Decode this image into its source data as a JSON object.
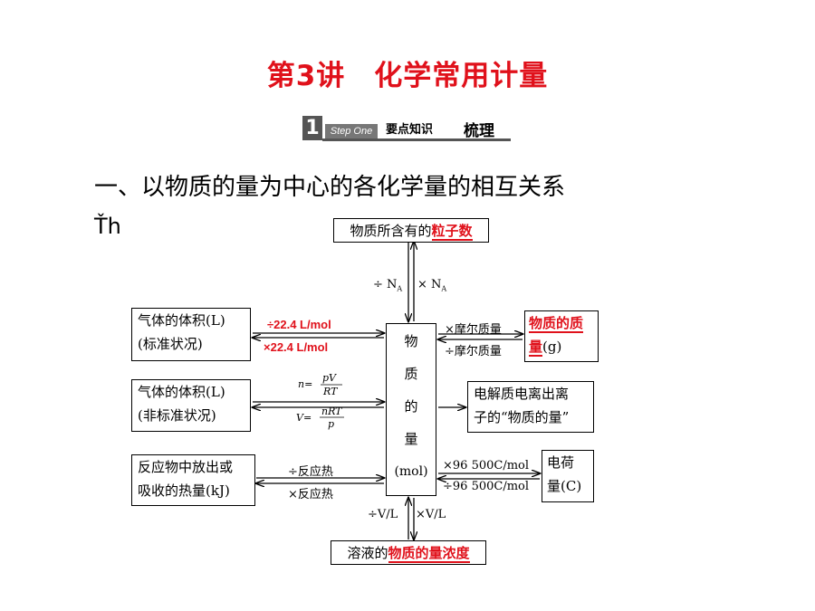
{
  "title": "第3讲　化学常用计量",
  "step": {
    "number": "1",
    "english": "Step One",
    "label_a": "要点知识",
    "label_b": "梳理"
  },
  "heading": "一、以物质的量为中心的各化学量的相互关系",
  "stray_glyph": "Ťh",
  "diagram": {
    "top_box": {
      "prefix": "物质所含有的",
      "highlight": "粒子数"
    },
    "top_div": "÷ N",
    "top_mul": "× N",
    "sub_A": "A",
    "center": {
      "c1": "物",
      "c2": "质",
      "c3": "的",
      "c4": "量",
      "c5": "(mol)"
    },
    "gas_std": {
      "line1": "气体的体积(L)",
      "line2": "(标准状况)",
      "div": "÷22.4 L/mol",
      "mul": "×22.4 L/mol"
    },
    "gas_nonstd": {
      "line1": "气体的体积(L)",
      "line2": "(非标准状况)",
      "f1_lhs": "n=",
      "f1_num": "pV",
      "f1_den": "RT",
      "f2_lhs": "V=",
      "f2_num": "nRT",
      "f2_den": "p"
    },
    "reaction": {
      "line1": "反应物中放出或",
      "line2": "吸收的热量(kJ)",
      "div": "÷反应热",
      "mul": "×反应热"
    },
    "mass": {
      "line1": "物质的质",
      "line2a": "量",
      "line2b": "(g)",
      "mul": "×摩尔质量",
      "div": "÷摩尔质量"
    },
    "electrolyte": {
      "line1": "电解质电离出离",
      "line2": "子的“物质的量”"
    },
    "charge": {
      "line1": "电荷",
      "line2": "量(C)",
      "mul": "×96 500C/mol",
      "div": "÷96 500C/mol"
    },
    "bottom_box": {
      "prefix": "溶液的",
      "highlight": "物质的量浓度"
    },
    "bot_div": "÷V/L",
    "bot_mul": "×V/L"
  }
}
